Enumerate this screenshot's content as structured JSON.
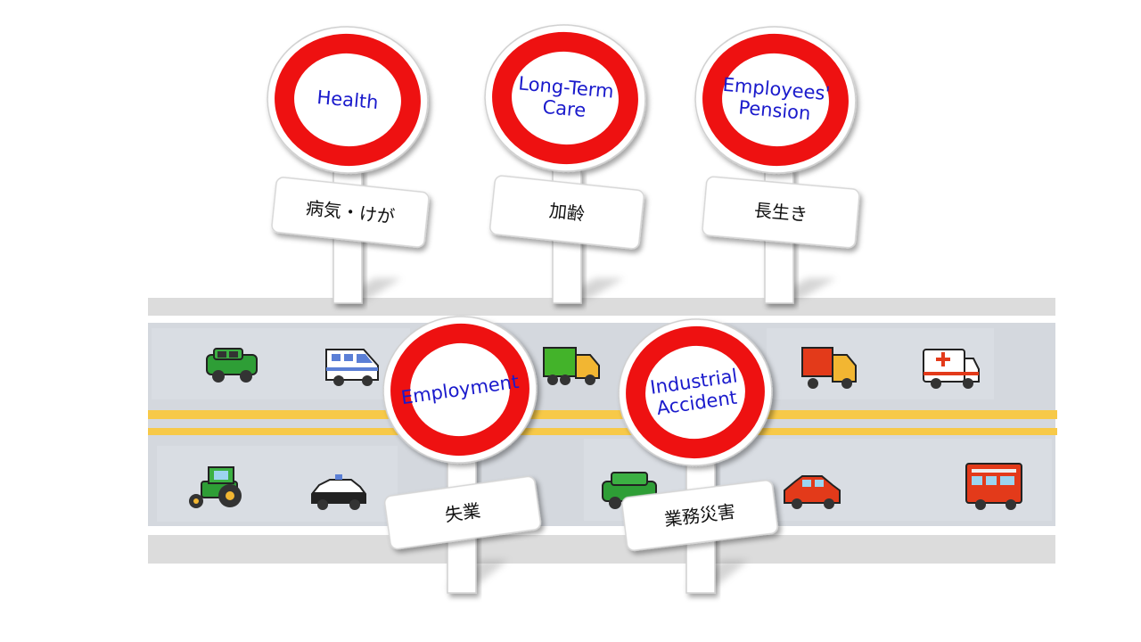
{
  "signs": [
    {
      "name": "Health",
      "lines": [
        "Health"
      ],
      "japanese": "病気・けが"
    },
    {
      "name": "Long-Term Care",
      "lines": [
        "Long-Term",
        "Care"
      ],
      "japanese": "加齢"
    },
    {
      "name": "Employees' Pension",
      "lines": [
        "Employees'",
        "Pension"
      ],
      "japanese": "長生き"
    },
    {
      "name": "Employment",
      "lines": [
        "Employment"
      ],
      "japanese": "失業"
    },
    {
      "name": "Industrial Accident",
      "lines": [
        "Industrial",
        "Accident"
      ],
      "japanese": "業務災害"
    }
  ],
  "colors": {
    "sign_ring": "#ee1111",
    "sign_text": "#1a1acc",
    "road": "#d3d7dd",
    "road_edge": "#dcdcdc",
    "center_line": "#f7c948"
  },
  "vehicles_top": [
    "suv-icon",
    "van-icon",
    "truck-icon",
    "delivery-truck-icon",
    "ambulance-icon"
  ],
  "vehicles_bottom": [
    "tractor-icon",
    "police-car-icon",
    "suv-icon",
    "car-icon",
    "fire-engine-icon"
  ]
}
